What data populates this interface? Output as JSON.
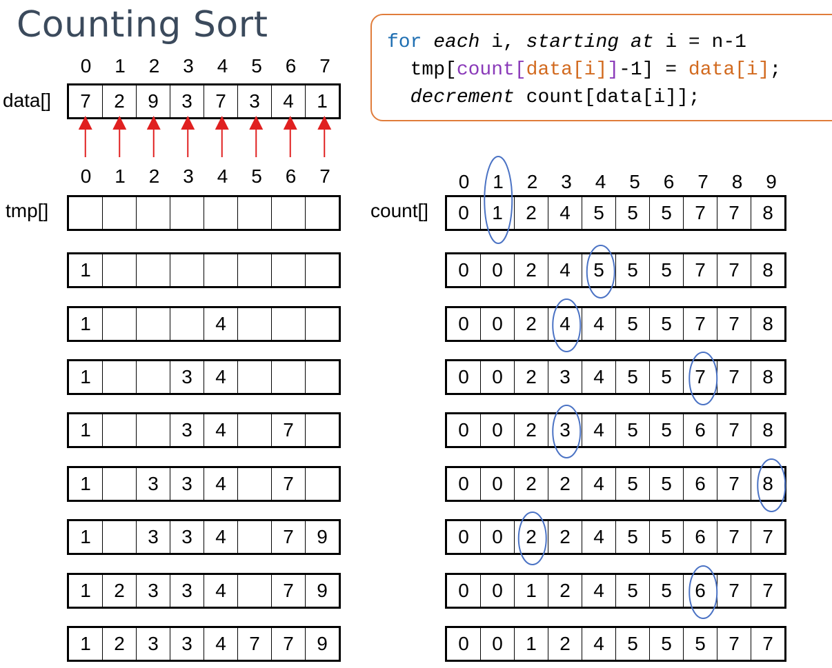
{
  "title": "Counting Sort",
  "code": {
    "line1": [
      "for",
      " ",
      "each",
      " i, ",
      "starting at",
      " i = n-1"
    ],
    "line2": [
      "  tmp[",
      "count",
      "[",
      "data[i]",
      "]",
      "-1] = ",
      "data[i]",
      ";"
    ],
    "line3": [
      "  ",
      "decrement",
      " count[data[i]];"
    ]
  },
  "labels": {
    "data": "data[]",
    "tmp": "tmp[]",
    "count": "count[]"
  },
  "data_indices": [
    "0",
    "1",
    "2",
    "3",
    "4",
    "5",
    "6",
    "7"
  ],
  "data_values": [
    "7",
    "2",
    "9",
    "3",
    "7",
    "3",
    "4",
    "1"
  ],
  "tmp_indices": [
    "0",
    "1",
    "2",
    "3",
    "4",
    "5",
    "6",
    "7"
  ],
  "count_indices": [
    "0",
    "1",
    "2",
    "3",
    "4",
    "5",
    "6",
    "7",
    "8",
    "9"
  ],
  "tmp_rows": [
    [
      "",
      "",
      "",
      "",
      "",
      "",
      "",
      ""
    ],
    [
      "1",
      "",
      "",
      "",
      "",
      "",
      "",
      ""
    ],
    [
      "1",
      "",
      "",
      "",
      "4",
      "",
      "",
      ""
    ],
    [
      "1",
      "",
      "",
      "3",
      "4",
      "",
      "",
      ""
    ],
    [
      "1",
      "",
      "",
      "3",
      "4",
      "",
      "7",
      ""
    ],
    [
      "1",
      "",
      "3",
      "3",
      "4",
      "",
      "7",
      ""
    ],
    [
      "1",
      "",
      "3",
      "3",
      "4",
      "",
      "7",
      "9"
    ],
    [
      "1",
      "2",
      "3",
      "3",
      "4",
      "",
      "7",
      "9"
    ],
    [
      "1",
      "2",
      "3",
      "3",
      "4",
      "7",
      "7",
      "9"
    ]
  ],
  "count_rows": [
    [
      "0",
      "1",
      "2",
      "4",
      "5",
      "5",
      "5",
      "7",
      "7",
      "8"
    ],
    [
      "0",
      "0",
      "2",
      "4",
      "5",
      "5",
      "5",
      "7",
      "7",
      "8"
    ],
    [
      "0",
      "0",
      "2",
      "4",
      "4",
      "5",
      "5",
      "7",
      "7",
      "8"
    ],
    [
      "0",
      "0",
      "2",
      "3",
      "4",
      "5",
      "5",
      "7",
      "7",
      "8"
    ],
    [
      "0",
      "0",
      "2",
      "3",
      "4",
      "5",
      "5",
      "6",
      "7",
      "8"
    ],
    [
      "0",
      "0",
      "2",
      "2",
      "4",
      "5",
      "5",
      "6",
      "7",
      "8"
    ],
    [
      "0",
      "0",
      "2",
      "2",
      "4",
      "5",
      "5",
      "6",
      "7",
      "7"
    ],
    [
      "0",
      "0",
      "1",
      "2",
      "4",
      "5",
      "5",
      "6",
      "7",
      "7"
    ],
    [
      "0",
      "0",
      "1",
      "2",
      "4",
      "5",
      "5",
      "5",
      "7",
      "7"
    ]
  ],
  "highlighted_count_cells": [
    1,
    4,
    3,
    7,
    3,
    9,
    2,
    7
  ],
  "colors": {
    "arrow": "#e02020",
    "circle": "#4a72c4",
    "code_border": "#e07c3a",
    "title": "#3b4a5c"
  }
}
